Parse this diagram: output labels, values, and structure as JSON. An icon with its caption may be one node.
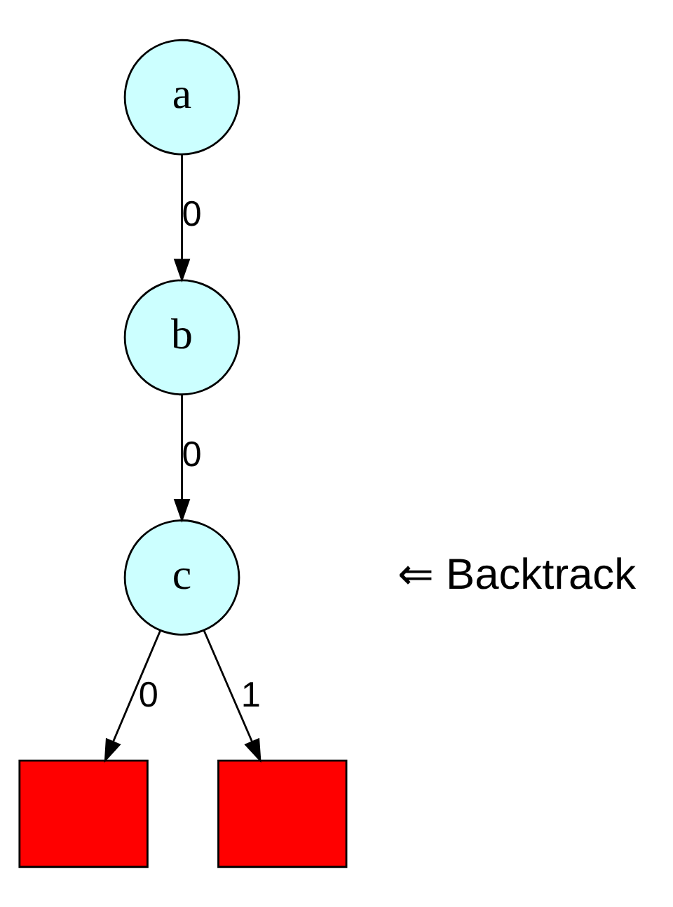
{
  "diagram": {
    "nodes": [
      {
        "text": [
          "a"
        ]
      },
      {
        "text": [
          "b"
        ]
      },
      {
        "text": [
          "c"
        ],
        "beside": [
          "⇐ Backtrack"
        ]
      },
      {
        "text": [],
        "shape": "box"
      },
      {
        "text": [],
        "shape": "box"
      }
    ],
    "edges": [
      {
        "from": 0,
        "to": 1,
        "arrow": "to",
        "label": "0"
      },
      {
        "from": 1,
        "to": 2,
        "arrow": "to",
        "label": "0"
      },
      {
        "from": 2,
        "to": 3,
        "arrow": "to",
        "label": "0"
      },
      {
        "from": 2,
        "to": 4,
        "arrow": "to",
        "label": "1"
      }
    ]
  }
}
